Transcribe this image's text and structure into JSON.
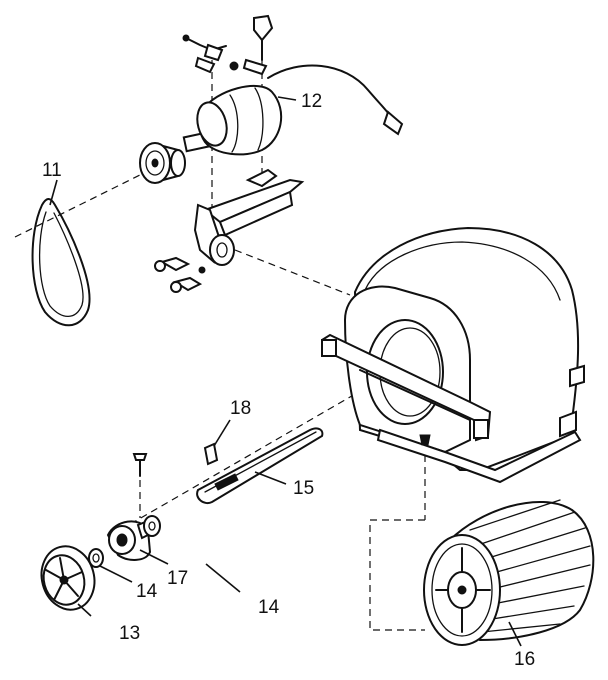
{
  "diagram": {
    "callouts": [
      {
        "id": "11",
        "text": "11"
      },
      {
        "id": "12",
        "text": "12"
      },
      {
        "id": "13",
        "text": "13"
      },
      {
        "id": "14a",
        "text": "14"
      },
      {
        "id": "14b",
        "text": "14"
      },
      {
        "id": "15",
        "text": "15"
      },
      {
        "id": "16",
        "text": "16"
      },
      {
        "id": "17",
        "text": "17"
      },
      {
        "id": "18",
        "text": "18"
      }
    ]
  }
}
